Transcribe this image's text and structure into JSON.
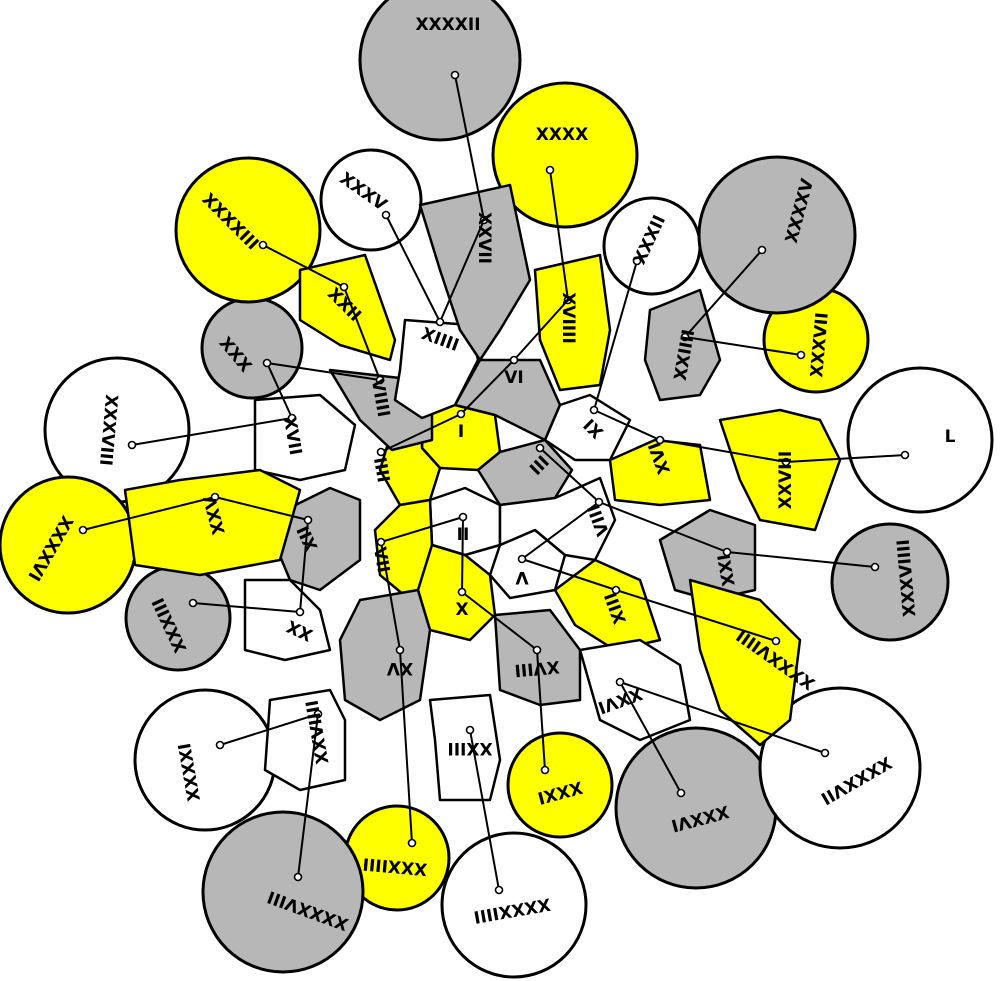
{
  "colors": {
    "gray": "#b7b7b7",
    "yellow": "#ffff00",
    "white": "#ffffff",
    "line": "#000000"
  },
  "regions": [
    {
      "id": 1,
      "label": "I",
      "color": "yellow"
    },
    {
      "id": 2,
      "label": "II",
      "color": "white"
    },
    {
      "id": 3,
      "label": "III",
      "color": "gray"
    },
    {
      "id": 4,
      "label": "IIII",
      "color": "yellow"
    },
    {
      "id": 5,
      "label": "V",
      "color": "white"
    },
    {
      "id": 6,
      "label": "VI",
      "color": "gray"
    },
    {
      "id": 7,
      "label": "VII",
      "color": "yellow"
    },
    {
      "id": 8,
      "label": "VIII",
      "color": "white"
    },
    {
      "id": 9,
      "label": "VIIII",
      "color": "gray"
    },
    {
      "id": 10,
      "label": "X",
      "color": "yellow"
    },
    {
      "id": 11,
      "label": "XI",
      "color": "white"
    },
    {
      "id": 12,
      "label": "XII",
      "color": "gray"
    },
    {
      "id": 13,
      "label": "XIII",
      "color": "yellow"
    },
    {
      "id": 14,
      "label": "XIIII",
      "color": "white"
    },
    {
      "id": 15,
      "label": "XV",
      "color": "gray"
    },
    {
      "id": 16,
      "label": "XVI",
      "color": "yellow"
    },
    {
      "id": 17,
      "label": "XVII",
      "color": "white"
    },
    {
      "id": 18,
      "label": "XVIII",
      "color": "gray"
    },
    {
      "id": 19,
      "label": "XVIIII",
      "color": "yellow"
    },
    {
      "id": 20,
      "label": "XX",
      "color": "white"
    },
    {
      "id": 21,
      "label": "XXI",
      "color": "gray"
    },
    {
      "id": 22,
      "label": "XXII",
      "color": "yellow"
    },
    {
      "id": 23,
      "label": "XXIII",
      "color": "white"
    },
    {
      "id": 24,
      "label": "XXIIII",
      "color": "gray"
    },
    {
      "id": 25,
      "label": "XXV",
      "color": "yellow"
    },
    {
      "id": 26,
      "label": "XXVI",
      "color": "white"
    },
    {
      "id": 27,
      "label": "XXVII",
      "color": "gray"
    },
    {
      "id": 28,
      "label": "XXVIII",
      "color": "yellow"
    },
    {
      "id": 29,
      "label": "XXVIIII",
      "color": "white"
    },
    {
      "id": 30,
      "label": "XXX",
      "color": "gray"
    },
    {
      "id": 31,
      "label": "XXXI",
      "color": "yellow"
    },
    {
      "id": 32,
      "label": "XXXII",
      "color": "white"
    },
    {
      "id": 33,
      "label": "XXXIII",
      "color": "gray"
    },
    {
      "id": 34,
      "label": "XXXIIII",
      "color": "yellow"
    },
    {
      "id": 35,
      "label": "XXXV",
      "color": "white"
    },
    {
      "id": 36,
      "label": "XXXVI",
      "color": "gray"
    },
    {
      "id": 37,
      "label": "XXXVII",
      "color": "yellow"
    },
    {
      "id": 38,
      "label": "XXXVIII",
      "color": "white"
    },
    {
      "id": 39,
      "label": "XXXVIIII",
      "color": "gray"
    },
    {
      "id": 40,
      "label": "XXXX",
      "color": "yellow"
    },
    {
      "id": 41,
      "label": "XXXXI",
      "color": "white"
    },
    {
      "id": 42,
      "label": "XXXXII",
      "color": "gray"
    },
    {
      "id": 43,
      "label": "XXXXIII",
      "color": "yellow"
    },
    {
      "id": 44,
      "label": "XXXXIIII",
      "color": "white"
    },
    {
      "id": 45,
      "label": "XXXXV",
      "color": "gray"
    },
    {
      "id": 46,
      "label": "XXXXVI",
      "color": "yellow"
    },
    {
      "id": 47,
      "label": "XXXXVII",
      "color": "white"
    },
    {
      "id": 48,
      "label": "XXXXVIII",
      "color": "gray"
    },
    {
      "id": 49,
      "label": "XXXXVIIII",
      "color": "yellow"
    },
    {
      "id": 50,
      "label": "L",
      "color": "white"
    }
  ]
}
